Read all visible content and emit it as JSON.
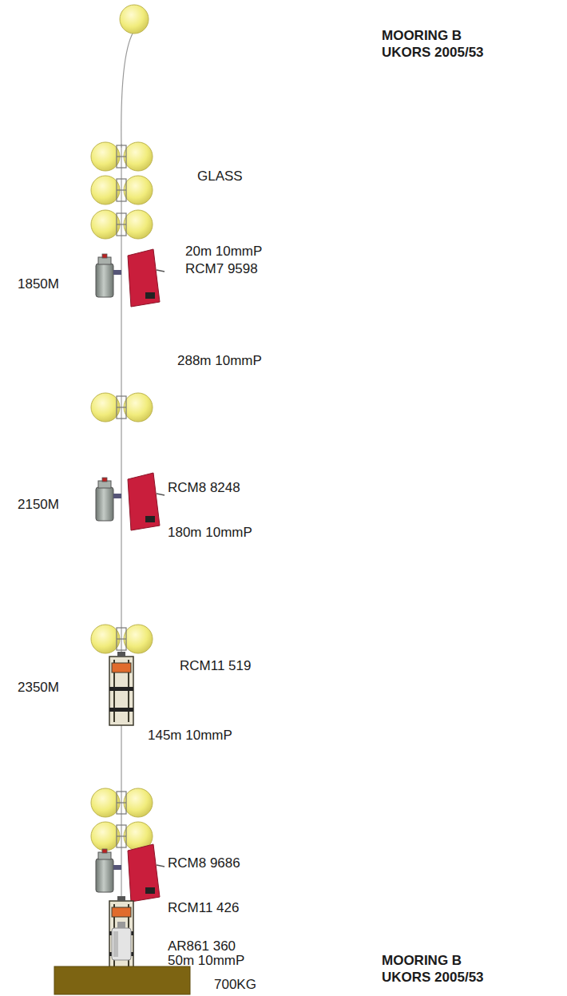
{
  "diagram": {
    "title": "MOORING B UKORS 2005/53",
    "labels": [
      "GLASS",
      "20m 10mmP",
      "1850M",
      "RCM7 9598",
      "288m 10mmP",
      "2150M",
      "RCM8 8248",
      "180m 10mmP",
      "2350M",
      "RCM11 519",
      "145m 10mmP",
      "RCM8 9686",
      "RCM11 426",
      "AR861 360",
      "50m 10mmP",
      "700KG",
      "MOORING B UKORS 2005/53"
    ]
  }
}
